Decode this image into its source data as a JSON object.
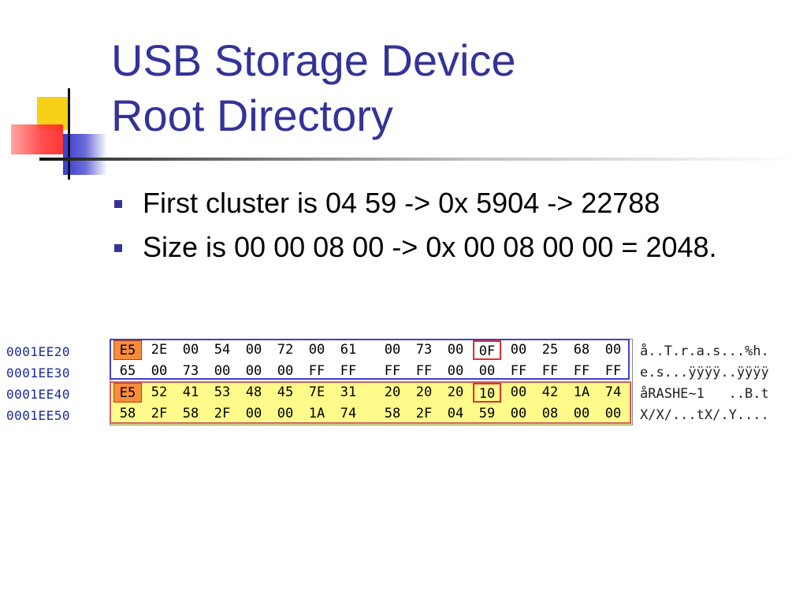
{
  "slide": {
    "title_line1": "USB Storage Device",
    "title_line2": "Root Directory",
    "bullets": [
      "First cluster is 04 59 -> 0x 5904 -> 22788",
      "Size is 00 00 08 00 -> 0x 00 08 00 00 = 2048."
    ]
  },
  "colors": {
    "title": "#333399",
    "bullet_marker": "#333399",
    "highlight_yellow": "#fffb8a",
    "highlight_orange": "#f98c3c"
  },
  "hexdump": {
    "rows": [
      {
        "address": "0001EE20",
        "bytes": [
          "E5",
          "2E",
          "00",
          "54",
          "00",
          "72",
          "00",
          "61",
          "00",
          "73",
          "00",
          "0F",
          "00",
          "25",
          "68",
          "00"
        ],
        "ascii": "å..T.r.a.s...%h."
      },
      {
        "address": "0001EE30",
        "bytes": [
          "65",
          "00",
          "73",
          "00",
          "00",
          "00",
          "FF",
          "FF",
          "FF",
          "FF",
          "00",
          "00",
          "FF",
          "FF",
          "FF",
          "FF"
        ],
        "ascii": "e.s...ÿÿÿÿ..ÿÿÿÿ"
      },
      {
        "address": "0001EE40",
        "bytes": [
          "E5",
          "52",
          "41",
          "53",
          "48",
          "45",
          "7E",
          "31",
          "20",
          "20",
          "20",
          "10",
          "00",
          "42",
          "1A",
          "74"
        ],
        "ascii": "åRASHE~1   ..B.t"
      },
      {
        "address": "0001EE50",
        "bytes": [
          "58",
          "2F",
          "58",
          "2F",
          "00",
          "00",
          "1A",
          "74",
          "58",
          "2F",
          "04",
          "59",
          "00",
          "08",
          "00",
          "00"
        ],
        "ascii": "X/X/...tX/.Y...."
      }
    ],
    "orange_cells": [
      [
        0,
        0
      ],
      [
        2,
        0
      ]
    ],
    "boxed_cells": [
      [
        0,
        11
      ],
      [
        2,
        11
      ]
    ]
  }
}
